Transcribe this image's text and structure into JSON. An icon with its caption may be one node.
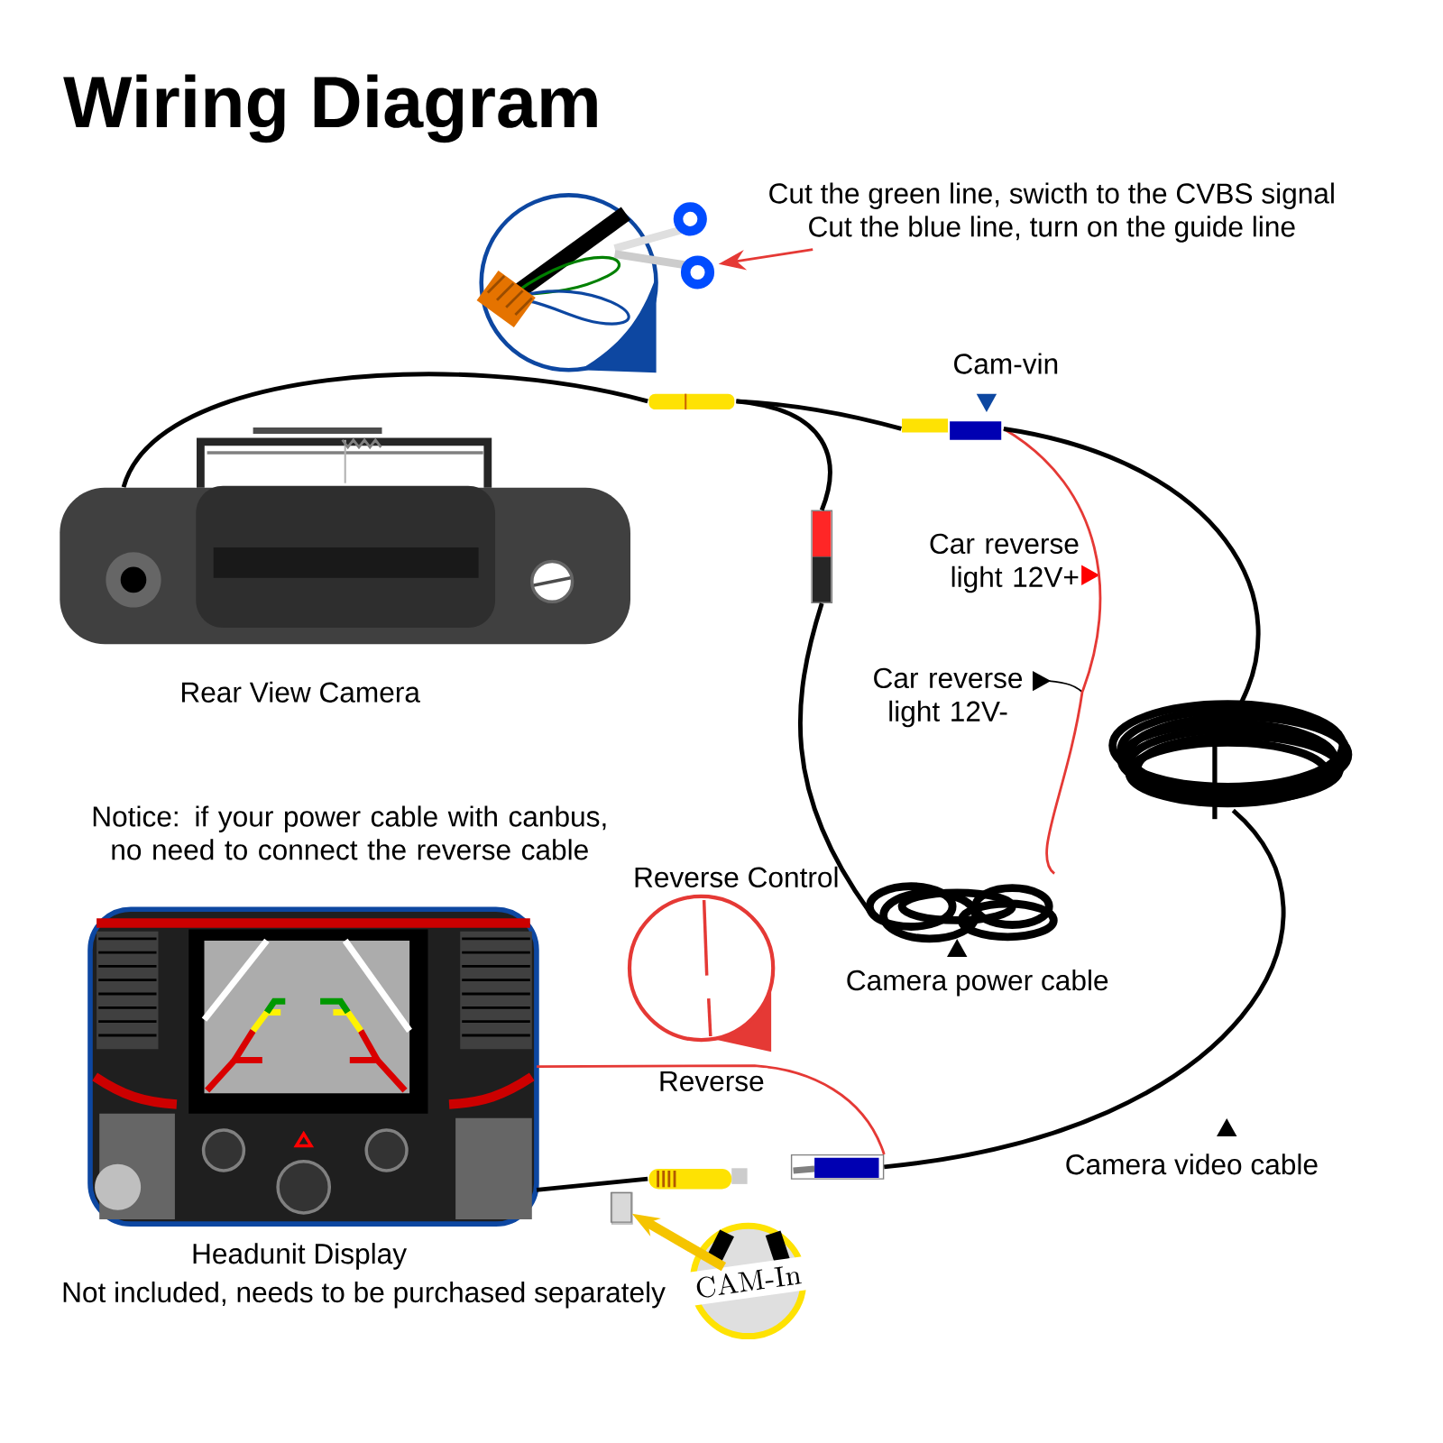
{
  "diagram": {
    "title": "Wiring Diagram",
    "nodes": [
      {
        "text": [],
        "shape": "picture",
        "beside": [
          "Rear View Camera"
        ]
      },
      {
        "text": [],
        "shape": "picture"
      },
      {
        "text": [
          "Cut the green line, swicth to the CVBS signal",
          "Cut the blue line, turn on the guide line"
        ]
      },
      {
        "text": [],
        "shape": "picture"
      },
      {
        "text": [],
        "shape": "picture",
        "beside": [
          "Cam-vin"
        ]
      },
      {
        "text": [],
        "shape": "box"
      },
      {
        "text": [],
        "shape": "picture",
        "beside": [
          "Camera power cable"
        ]
      },
      {
        "text": [],
        "shape": "picture"
      },
      {
        "text": [],
        "shape": "box"
      },
      {
        "text": [],
        "shape": "circle",
        "beside": [
          "Reverse Control"
        ]
      },
      {
        "text": [],
        "shape": "picture",
        "beside": [
          "Headunit Display",
          "Not included, needs to be purchased separately"
        ]
      },
      {
        "text": [],
        "shape": "picture"
      },
      {
        "text": [
          "CAM-In"
        ]
      },
      {
        "text": [],
        "shape": "box"
      }
    ],
    "edges": [
      {
        "from": 0,
        "to": 3,
        "arrow": "none"
      },
      {
        "from": 3,
        "to": 5,
        "arrow": "none"
      },
      {
        "from": 3,
        "to": 4,
        "arrow": "none"
      },
      {
        "from": 4,
        "to": 6,
        "arrow": "none",
        "color": "#e53935"
      },
      {
        "from": 5,
        "to": 6,
        "arrow": "none"
      },
      {
        "from": 4,
        "to": 7,
        "arrow": "none"
      },
      {
        "from": 7,
        "to": 8,
        "arrow": "none"
      },
      {
        "from": 8,
        "to": 10,
        "arrow": "none",
        "color": "#e53935",
        "label": "Reverse"
      },
      {
        "from": 10,
        "to": 11,
        "arrow": "none"
      },
      {
        "from": 2,
        "to": 1,
        "arrow": "to",
        "color": "#e53935"
      },
      {
        "from": 12,
        "to": 13,
        "arrow": "to",
        "color": "#f5c400",
        "style": "thick"
      }
    ],
    "labels": [
      "Car reverse light 12V+",
      "Car reverse light 12V-",
      "Notice: if your power cable with canbus, no need to connect the reverse cable",
      "Camera video cable"
    ]
  }
}
